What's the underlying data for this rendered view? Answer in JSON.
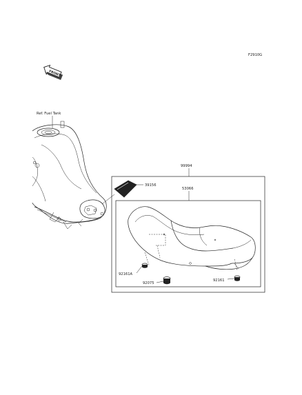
{
  "figure_id": "F2910G",
  "front_badge": "FRONT",
  "ref_label": "Ref. Fuel Tank",
  "parts": {
    "assembly": "99994",
    "cover": "39156",
    "seat": "53066",
    "grommet_a": "92161A",
    "collar": "92075",
    "grommet_b": "92161"
  }
}
